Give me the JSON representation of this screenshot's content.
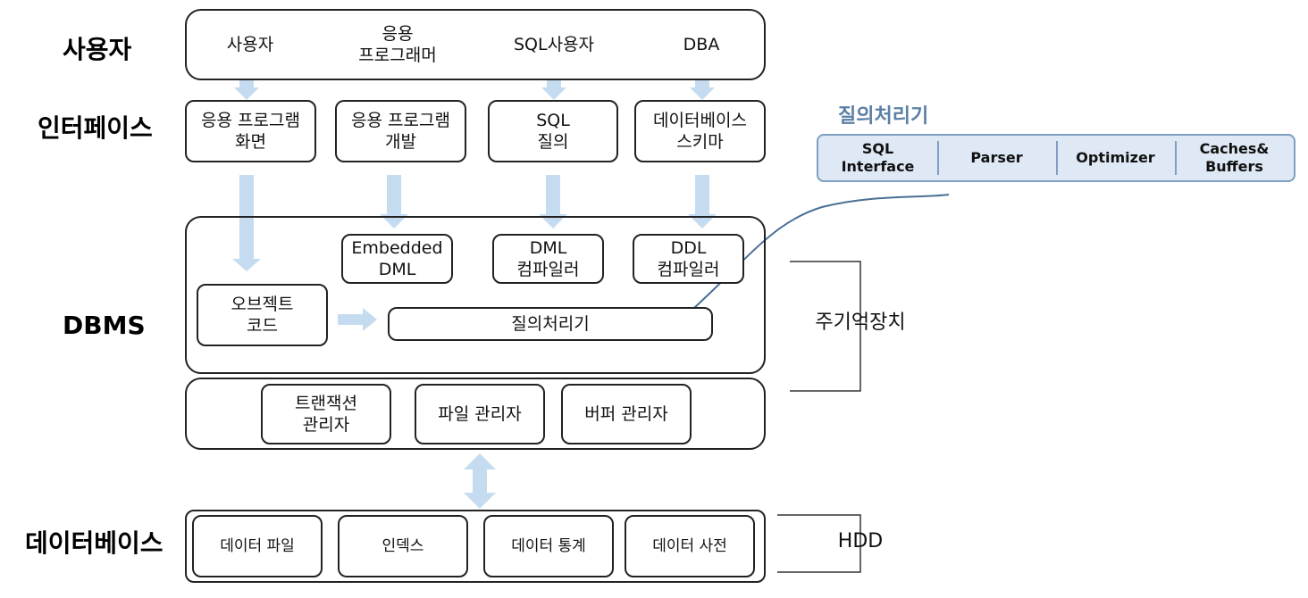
{
  "layers": {
    "user": "사용자",
    "interface": "인터페이스",
    "dbms": "DBMS",
    "database": "데이터베이스"
  },
  "users": [
    "사용자",
    "응용\n프로그래머",
    "SQL사용자",
    "DBA"
  ],
  "interfaces": [
    "응용 프로그램\n화면",
    "응용 프로그램\n개발",
    "SQL\n질의",
    "데이터베이스\n스키마"
  ],
  "dbms_components": {
    "embedded_dml": "Embedded\nDML",
    "dml_compiler": "DML\n컴파일러",
    "ddl_compiler": "DDL\n컴파일러",
    "object_code": "오브젝트\n코드",
    "query_processor": "질의처리기"
  },
  "managers": [
    "트랜잭션\n관리자",
    "파일 관리자",
    "버퍼 관리자"
  ],
  "storage": {
    "main_memory": "주기억장치",
    "hdd": "HDD"
  },
  "database_items": [
    "데이터 파일",
    "인덱스",
    "데이터 통계",
    "데이터 사전"
  ],
  "query_processor_detail": {
    "title": "질의처리기",
    "parts": [
      "SQL\nInterface",
      "Parser",
      "Optimizer",
      "Caches&\nBuffers"
    ]
  },
  "colors": {
    "arrow": "#c5dcf0",
    "panel_fill": "#dfe9f5",
    "panel_border": "#7f9fc3",
    "panel_title": "#5b7fa6",
    "connector": "#4a6f96"
  }
}
